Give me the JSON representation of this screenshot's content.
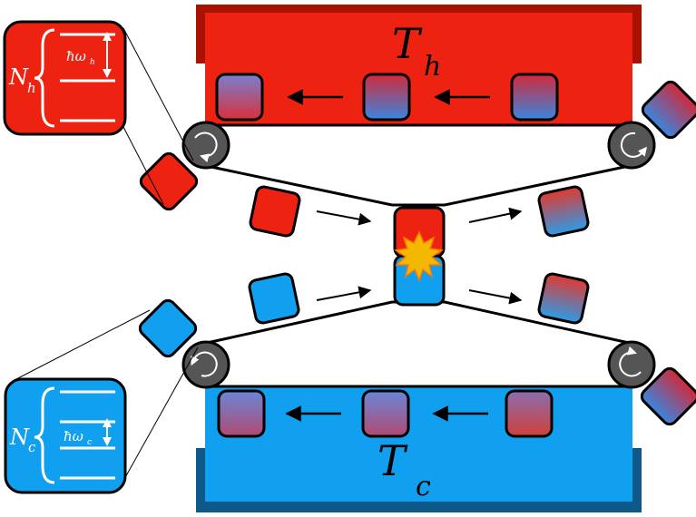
{
  "reservoirs": {
    "hot": {
      "label": "T",
      "sub": "h",
      "color": "#ee2211",
      "frame": "#aa1100"
    },
    "cold": {
      "label": "T",
      "sub": "c",
      "color": "#11a0f0",
      "frame": "#0d5a8a"
    }
  },
  "insets": {
    "hot": {
      "n_label": "N",
      "n_sub": "h",
      "gap_label": "ħω",
      "gap_sub": "h",
      "color": "#ee2211"
    },
    "cold": {
      "n_label": "N",
      "n_sub": "c",
      "gap_label": "ħω",
      "gap_sub": "c",
      "color": "#11a0f0"
    }
  },
  "colors": {
    "hot": "#ee2211",
    "cold": "#11a0f0",
    "belt": "#000000",
    "roller": "#555555",
    "spark": "#f5b800",
    "spark_edge": "#ff7a00"
  }
}
